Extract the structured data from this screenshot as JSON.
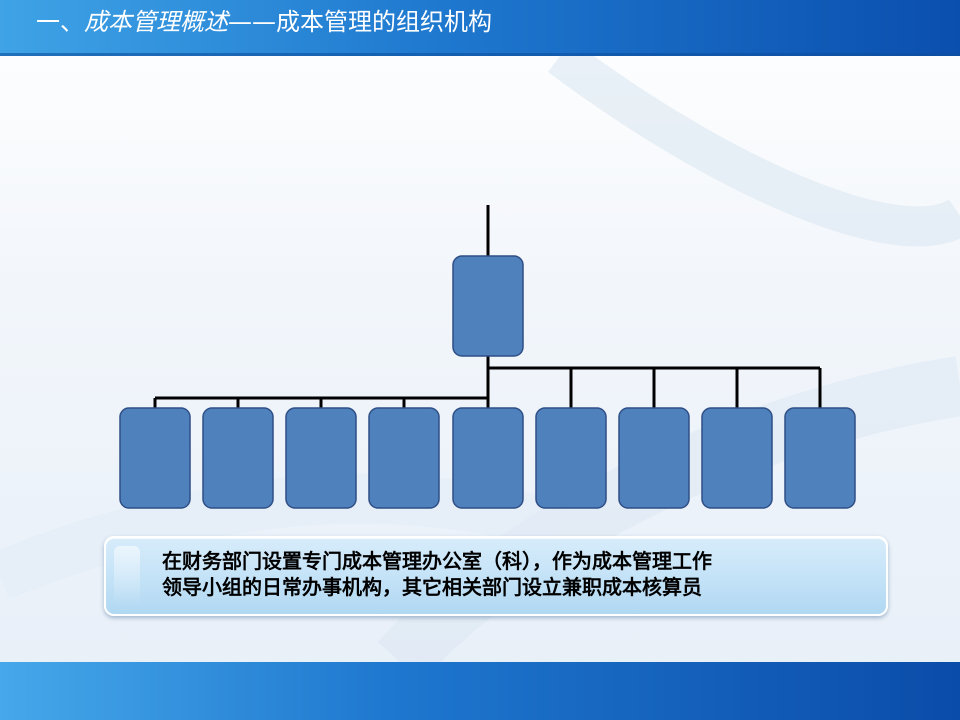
{
  "header": {
    "title_prefix": "一、",
    "title_italic": "成本管理概述",
    "title_dash": "——",
    "title_rest": "成本管理的组织机构"
  },
  "org_chart": {
    "root_label": "",
    "child_labels": [
      "",
      "",
      "",
      "",
      "",
      "",
      "",
      "",
      ""
    ]
  },
  "callout": {
    "line1": "在财务部门设置专门成本管理办公室（科），作为成本管理工作",
    "line2": "领导小组的日常办事机构，其它相关部门设立兼职成本核算员"
  },
  "colors": {
    "box_fill": "#4f81bd",
    "box_stroke": "#2f4f86",
    "connector": "#000000",
    "header_start": "#3fa3e6",
    "header_end": "#0b4fae"
  }
}
